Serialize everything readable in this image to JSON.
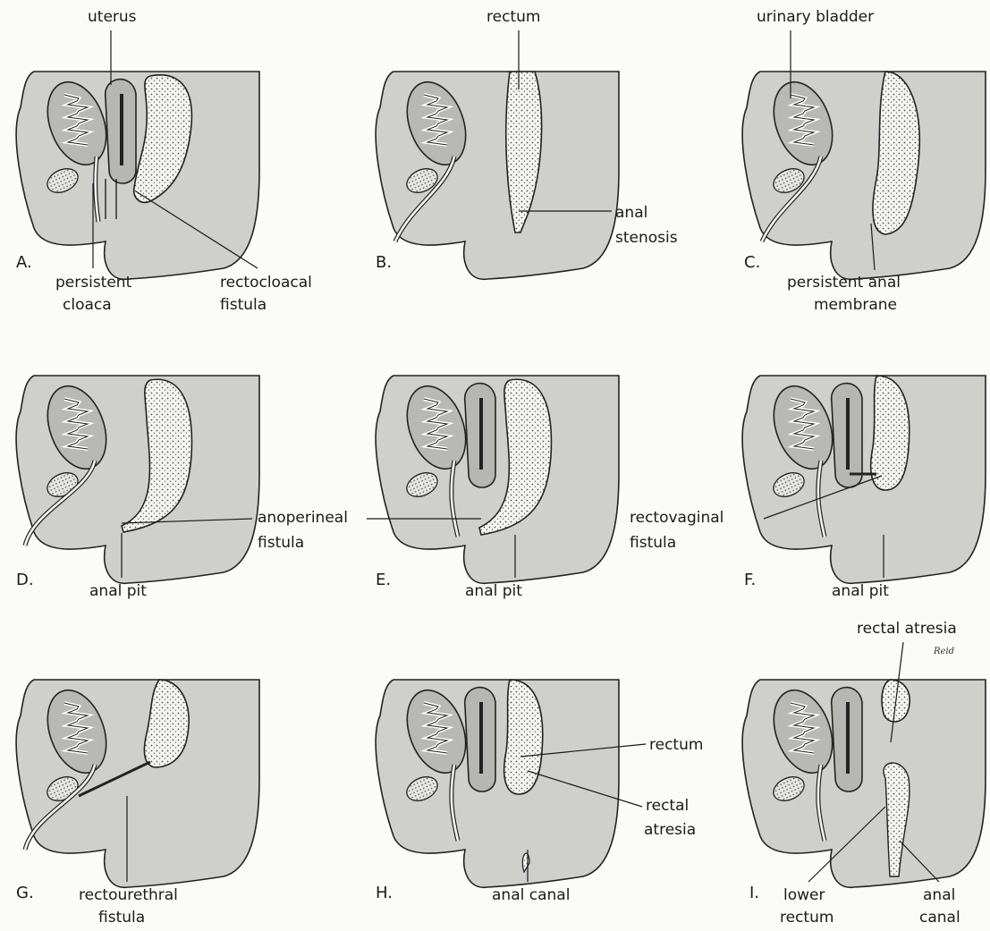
{
  "panels": {
    "a": {
      "letter": "A.",
      "labels": [
        "uterus",
        "persistent",
        "cloaca",
        "rectocloacal",
        "fistula"
      ]
    },
    "b": {
      "letter": "B.",
      "labels": [
        "rectum",
        "anal",
        "stenosis"
      ]
    },
    "c": {
      "letter": "C.",
      "labels": [
        "urinary bladder",
        "persistent anal",
        "membrane"
      ]
    },
    "d": {
      "letter": "D.",
      "labels": [
        "anal pit"
      ]
    },
    "e": {
      "letter": "E.",
      "labels": [
        "anal pit"
      ]
    },
    "f": {
      "letter": "F.",
      "labels": [
        "rectovaginal",
        "fistula",
        "anal pit"
      ]
    },
    "g": {
      "letter": "G.",
      "labels": [
        "rectourethral",
        "fistula"
      ]
    },
    "h": {
      "letter": "H.",
      "labels": [
        "rectum",
        "rectal",
        "atresia",
        "anal canal"
      ]
    },
    "i": {
      "letter": "I.",
      "labels": [
        "rectal atresia",
        "lower",
        "rectum",
        "anal",
        "canal"
      ]
    }
  },
  "shared_labels": [
    "anoperineal",
    "fistula"
  ],
  "signature": "Reid"
}
